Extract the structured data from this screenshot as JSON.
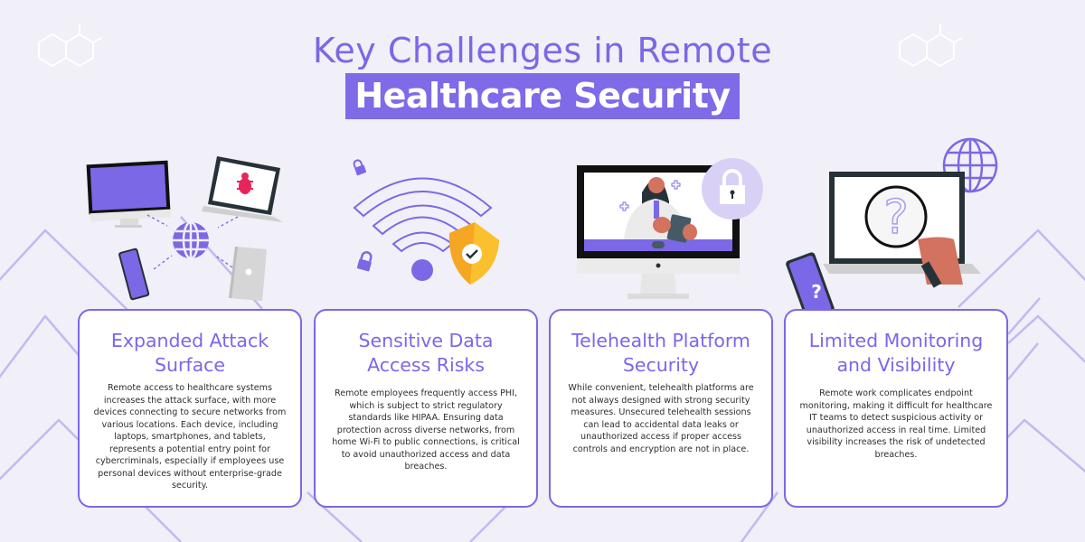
{
  "header": {
    "title_line1": "Key Challenges in Remote",
    "title_line2": "Healthcare Security"
  },
  "colors": {
    "background": "#f1eff7",
    "accent": "#7f6ae8",
    "heading": "#7c66ea",
    "card_border": "#7b68e6",
    "body_text": "#2e2e2e",
    "shield": "#fbbf24",
    "bug": "#e8245a",
    "skin": "#d2725f"
  },
  "cards": [
    {
      "title": "Expanded Attack Surface",
      "body": "Remote access to healthcare systems increases the attack surface, with more devices connecting to secure networks from various locations. Each device, including laptops, smartphones, and tablets, represents a potential entry point for cybercriminals, especially if employees use personal devices without enterprise-grade security.",
      "illustration": "devices-connecting-to-globe"
    },
    {
      "title": "Sensitive Data Access Risks",
      "body": "Remote employees frequently access PHI, which is subject to strict regulatory standards like HIPAA. Ensuring data protection across diverse networks, from home Wi-Fi to public connections, is critical to avoid unauthorized access and data breaches.",
      "illustration": "wifi-with-shield-and-locks"
    },
    {
      "title": "Telehealth Platform Security",
      "body": "While convenient, telehealth platforms are not always designed with strong security measures. Unsecured telehealth sessions can lead to accidental data leaks or unauthorized access if proper access controls and encryption are not in place.",
      "illustration": "doctor-video-call-with-lock"
    },
    {
      "title": "Limited Monitoring and Visibility",
      "body": "Remote work complicates endpoint monitoring, making it difficult for healthcare IT teams to detect suspicious activity or unauthorized access in real time. Limited visibility increases the risk of undetected breaches.",
      "illustration": "magnifier-over-laptop-question"
    }
  ]
}
